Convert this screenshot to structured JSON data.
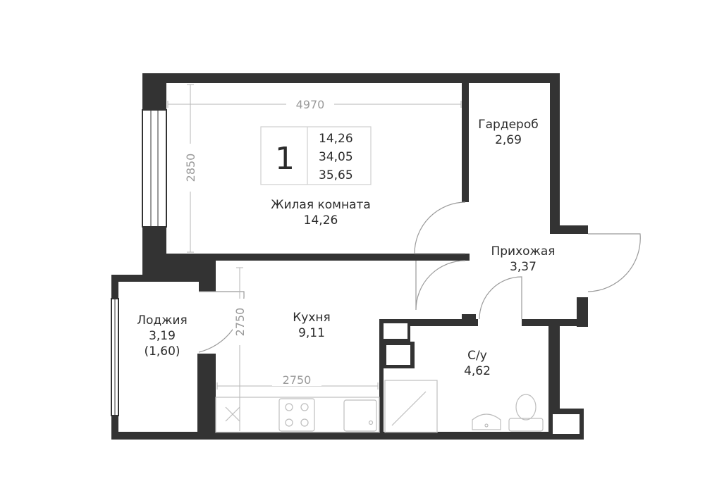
{
  "plan": {
    "badge": {
      "rooms": "1",
      "living_area": "14,26",
      "total_area": "34,05",
      "area_with_loggia": "35,65"
    },
    "rooms": {
      "living": {
        "name": "Жилая комната",
        "area": "14,26"
      },
      "wardrobe": {
        "name": "Гардероб",
        "area": "2,69"
      },
      "hallway": {
        "name": "Прихожая",
        "area": "3,37"
      },
      "kitchen": {
        "name": "Кухня",
        "area": "9,11"
      },
      "loggia": {
        "name": "Лоджия",
        "area": "3,19",
        "area_reduced": "(1,60)"
      },
      "bathroom": {
        "name": "С/у",
        "area": "4,62"
      }
    },
    "dimensions": {
      "living_width": "4970",
      "living_depth": "2850",
      "kitchen_depth": "2750",
      "kitchen_width": "2750"
    },
    "colors": {
      "wall": "#333333",
      "dimension": "#9a9a9a"
    }
  }
}
